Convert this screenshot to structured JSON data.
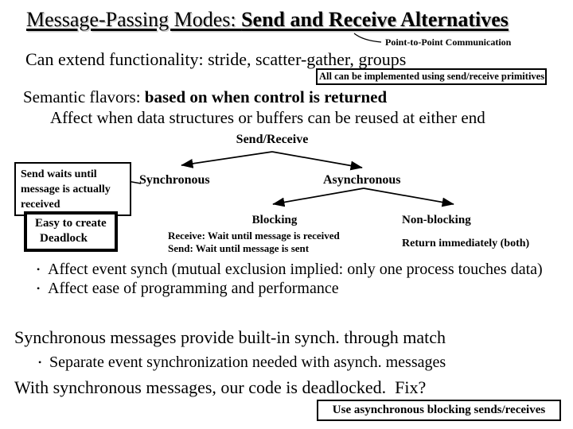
{
  "slide": {
    "title_regular": "Message-Passing Modes: ",
    "title_bold": "Send and Receive Alternatives",
    "annotation": "Point-to-Point Communication",
    "extend_line": "Can extend functionality: stride, scatter-gather, groups",
    "primitives_box": "All can be implemented using send/receive primitives",
    "semantic_regular": "Semantic flavors: ",
    "semantic_bold": "based on when control is returned",
    "affect_line": "Affect when data structures or buffers can be reused at either end"
  },
  "tree": {
    "root": "Send/Receive",
    "sync": "Synchronous",
    "async": "Asynchronous",
    "blocking": "Blocking",
    "blocking_receive": "Receive: Wait until message is received",
    "blocking_send": "Send: Wait until message is sent",
    "nonblocking": "Non-blocking",
    "nonblocking_note": "Return immediately (both)",
    "sync_note_box": "Send waits until message is actually received",
    "deadlock_box_line1": "Easy to create",
    "deadlock_box_line2": "Deadlock"
  },
  "bullet_glyph": "•",
  "bullets_effects": [
    "Affect event synch (mutual exclusion implied: only one process touches data)",
    "Affect ease of programming and performance"
  ],
  "sync_match_line": "Synchronous messages provide built-in synch. through match",
  "bullets_async": [
    "Separate event synchronization needed with asynch. messages"
  ],
  "deadlock_line": "With synchronous messages, our code is deadlocked.  Fix?",
  "fix_box": "Use asynchronous blocking sends/receives",
  "colors": {
    "text": "#000000",
    "background": "#ffffff",
    "line": "#000000"
  }
}
